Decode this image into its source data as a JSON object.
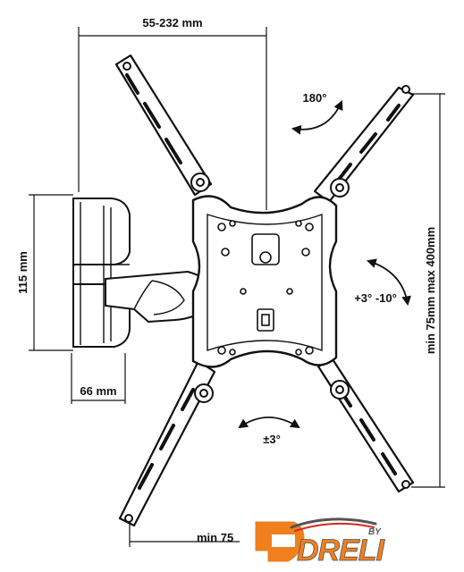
{
  "dimensions": {
    "arm_extension": "55-232 mm",
    "bracket_height": "115 mm",
    "bracket_depth": "66 mm",
    "vesa_vertical": "min 75mm max 400mm",
    "vesa_horizontal": "min 75"
  },
  "rotations": {
    "swivel": "180°",
    "tilt": "+3° -10°",
    "level": "±3°"
  },
  "logo": {
    "text": "DRELI",
    "tag": "BY",
    "colors": {
      "orange": "#f07f1e",
      "gray": "#555555",
      "red": "#d6281e"
    }
  }
}
